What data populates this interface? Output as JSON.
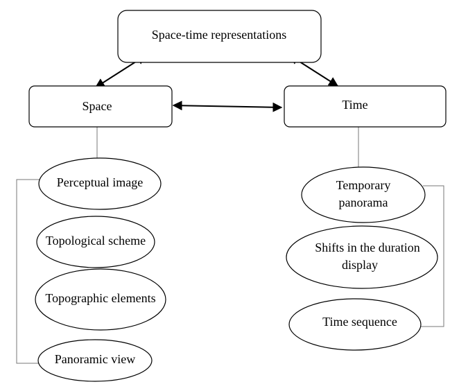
{
  "diagram": {
    "root": {
      "label": "Space-time representations"
    },
    "space": {
      "label": "Space",
      "items": [
        {
          "lines": [
            "Perceptual image"
          ]
        },
        {
          "lines": [
            "Topological scheme"
          ]
        },
        {
          "lines": [
            "Topographic elements"
          ]
        },
        {
          "lines": [
            "Panoramic view"
          ]
        }
      ]
    },
    "time": {
      "label": "Time",
      "items": [
        {
          "lines": [
            "Temporary",
            "panorama"
          ]
        },
        {
          "lines": [
            "Shifts in the duration",
            "display"
          ]
        },
        {
          "lines": [
            "Time sequence"
          ]
        }
      ]
    },
    "colors": {
      "stroke": "#000000",
      "connector": "#777777",
      "background": "#ffffff"
    }
  }
}
